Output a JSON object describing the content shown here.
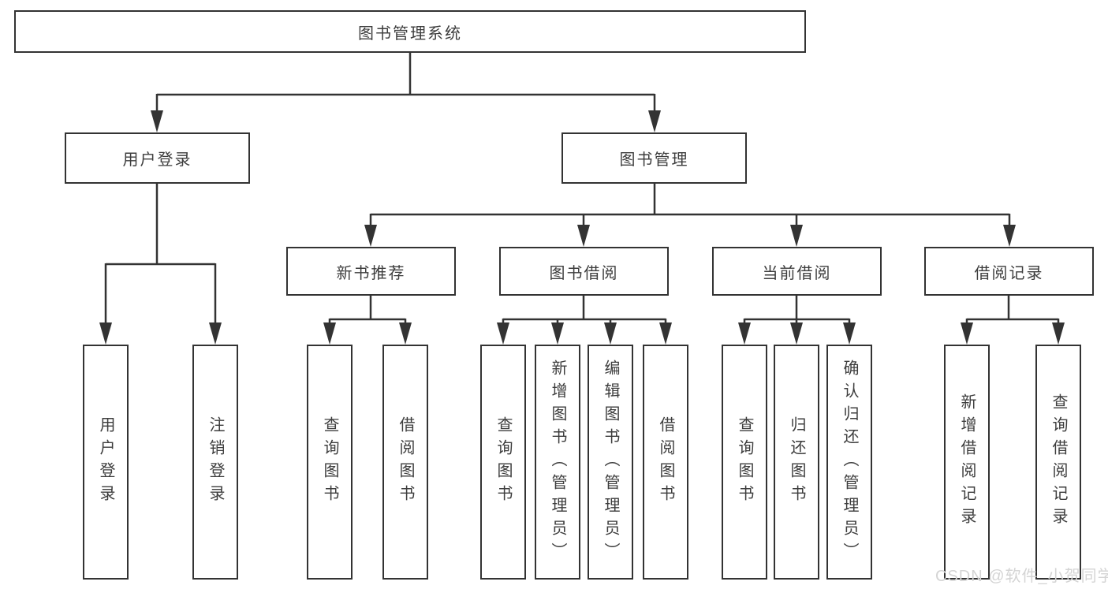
{
  "tree": {
    "root": {
      "label": "图书管理系统"
    },
    "branches": [
      {
        "label": "用户登录",
        "children": [
          {
            "label": "用户登录"
          },
          {
            "label": "注销登录"
          }
        ]
      },
      {
        "label": "图书管理",
        "children": [
          {
            "label": "新书推荐",
            "children": [
              {
                "label": "查询图书"
              },
              {
                "label": "借阅图书"
              }
            ]
          },
          {
            "label": "图书借阅",
            "children": [
              {
                "label": "查询图书"
              },
              {
                "label": "新增图书（管理员）"
              },
              {
                "label": "编辑图书（管理员）"
              },
              {
                "label": "借阅图书"
              }
            ]
          },
          {
            "label": "当前借阅",
            "children": [
              {
                "label": "查询图书"
              },
              {
                "label": "归还图书"
              },
              {
                "label": "确认归还（管理员）"
              }
            ]
          },
          {
            "label": "借阅记录",
            "children": [
              {
                "label": "新增借阅记录"
              },
              {
                "label": "查询借阅记录"
              }
            ]
          }
        ]
      }
    ]
  },
  "watermark": {
    "text": "CSDN @软件_小贺同学",
    "color": "#d4d4d4"
  },
  "colors": {
    "line": "#333333",
    "text": "#3d3d3d",
    "background": "#ffffff"
  }
}
